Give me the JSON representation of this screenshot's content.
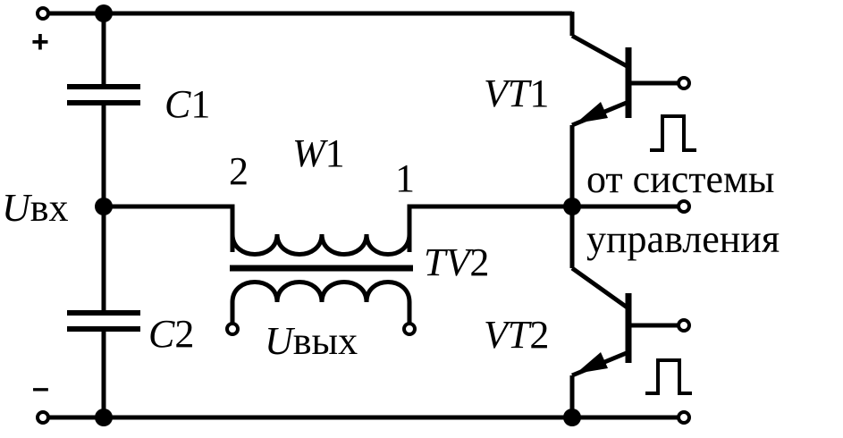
{
  "diagram": {
    "polarity": {
      "plus": "+",
      "minus": "–"
    },
    "c1": {
      "name": "C",
      "index": "1"
    },
    "c2": {
      "name": "C",
      "index": "2"
    },
    "uin": {
      "sym": "U",
      "sub": "вх"
    },
    "uout": {
      "sym": "U",
      "sub": "вых"
    },
    "w1": {
      "name": "W",
      "index": "1"
    },
    "pin_start": "2",
    "pin_end": "1",
    "tv2": {
      "name": "TV",
      "index": "2"
    },
    "vt1": {
      "name": "VT",
      "index": "1"
    },
    "vt2": {
      "name": "VT",
      "index": "2"
    },
    "control_line1": "от системы",
    "control_line2": "управления"
  }
}
